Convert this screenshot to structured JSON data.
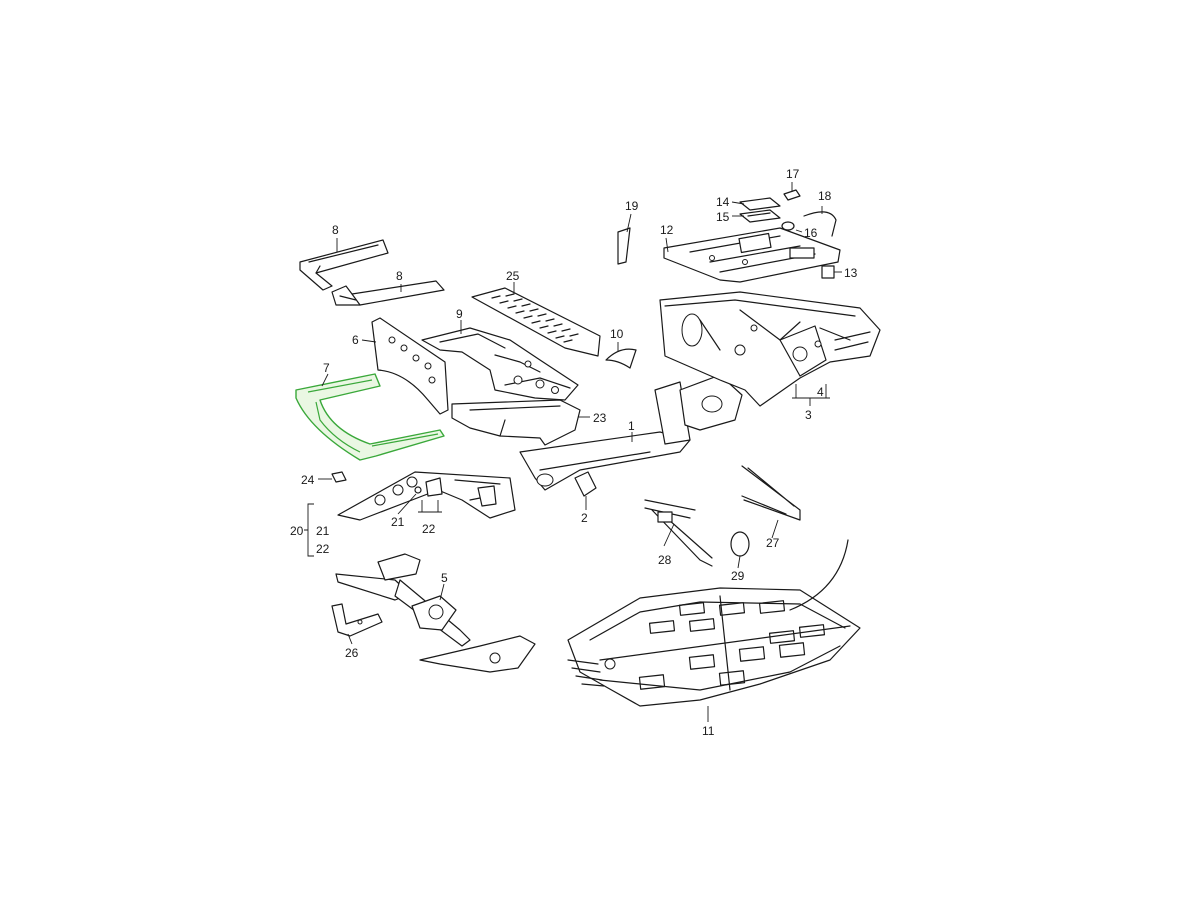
{
  "diagram": {
    "highlight_color": "#3aa83a",
    "line_color": "#1a1a1a",
    "labels": {
      "p1": "1",
      "p2": "2",
      "p3": "3",
      "p4": "4",
      "p5": "5",
      "p6": "6",
      "p7": "7",
      "p8a": "8",
      "p8b": "8",
      "p9": "9",
      "p10": "10",
      "p11": "11",
      "p12": "12",
      "p13": "13",
      "p14": "14",
      "p15": "15",
      "p16": "16",
      "p17": "17",
      "p18": "18",
      "p19": "19",
      "p20": "20",
      "p21a": "21",
      "p21b": "21",
      "p22a": "22",
      "p22b": "22",
      "p23": "23",
      "p24": "24",
      "p25": "25",
      "p26": "26",
      "p27": "27",
      "p28": "28",
      "p29": "29"
    }
  }
}
